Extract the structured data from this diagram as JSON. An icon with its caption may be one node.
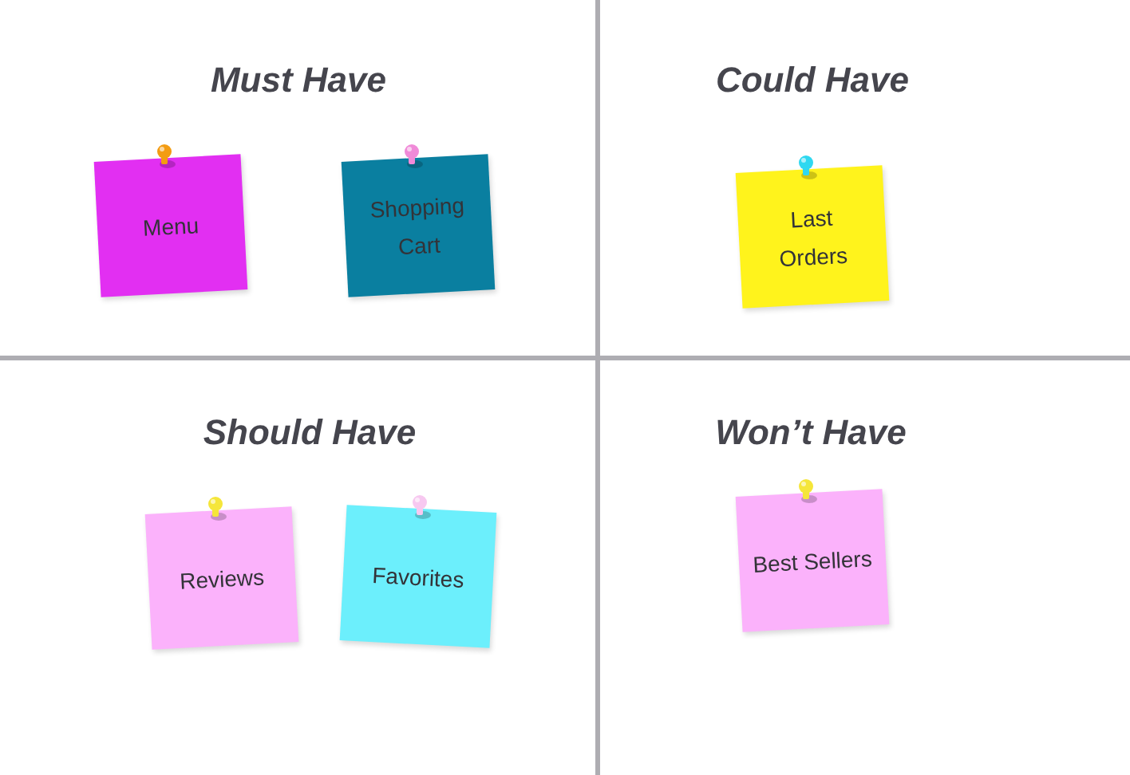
{
  "diagram": {
    "nodes": [
      {
        "text": [
          "Menu"
        ]
      },
      {
        "text": [
          "Shopping Cart"
        ]
      },
      {
        "text": [
          "Last Orders"
        ]
      },
      {
        "text": [
          "Reviews"
        ]
      },
      {
        "text": [
          "Favorites"
        ]
      },
      {
        "text": [
          "Best Sellers"
        ]
      }
    ],
    "labels": [
      "Must Have",
      "Could Have",
      "Should Have",
      "Won’t Have"
    ]
  }
}
